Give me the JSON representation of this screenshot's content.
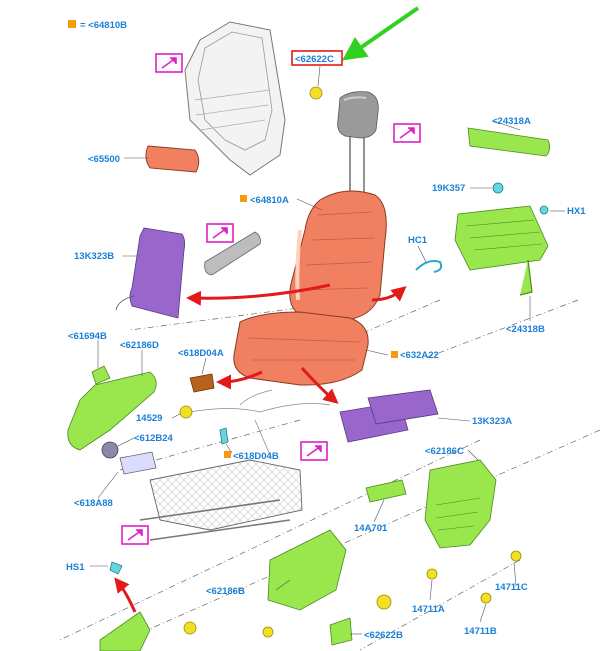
{
  "legend": {
    "text": "= <64810B"
  },
  "labels": {
    "l_62622c_top": "<62622C",
    "l_65500": "<65500",
    "l_64810a": "<64810A",
    "l_24318a": "<24318A",
    "l_19k357": "19K357",
    "l_hx1": "HX1",
    "l_13k323b": "13K323B",
    "l_hc1": "HC1",
    "l_24318b": "<24318B",
    "l_61694b": "<61694B",
    "l_62186d": "<62186D",
    "l_618d04a": "<618D04A",
    "l_632a22": "<632A22",
    "l_14529": "14529",
    "l_612b24": "<612B24",
    "l_618d04b": "<618D04B",
    "l_13k323a": "13K323A",
    "l_618a88": "<618A88",
    "l_62186c": "<62186C",
    "l_14a701": "14A701",
    "l_hs1": "HS1",
    "l_62186b": "<62186B",
    "l_14711c": "14711C",
    "l_14711a": "14711A",
    "l_14711b": "14711B",
    "l_62622b": "<62622B"
  },
  "colors": {
    "label_blue": "#1a7fd6",
    "legend_orange": "#f39c12",
    "callout_magenta": "#e020c8",
    "highlight_red": "#e21a1a",
    "pointer_green": "#33d11f",
    "trim_orange": "#f08060",
    "bracket_green": "#99e64d",
    "pad_purple": "#9966cc",
    "headrest_gray": "#9a9a9a",
    "clip_yellow": "#f2e024"
  },
  "icons": {
    "magenta_callout": "arrow-up-right-icon",
    "green_pointer": "arrow-down-left-icon"
  }
}
